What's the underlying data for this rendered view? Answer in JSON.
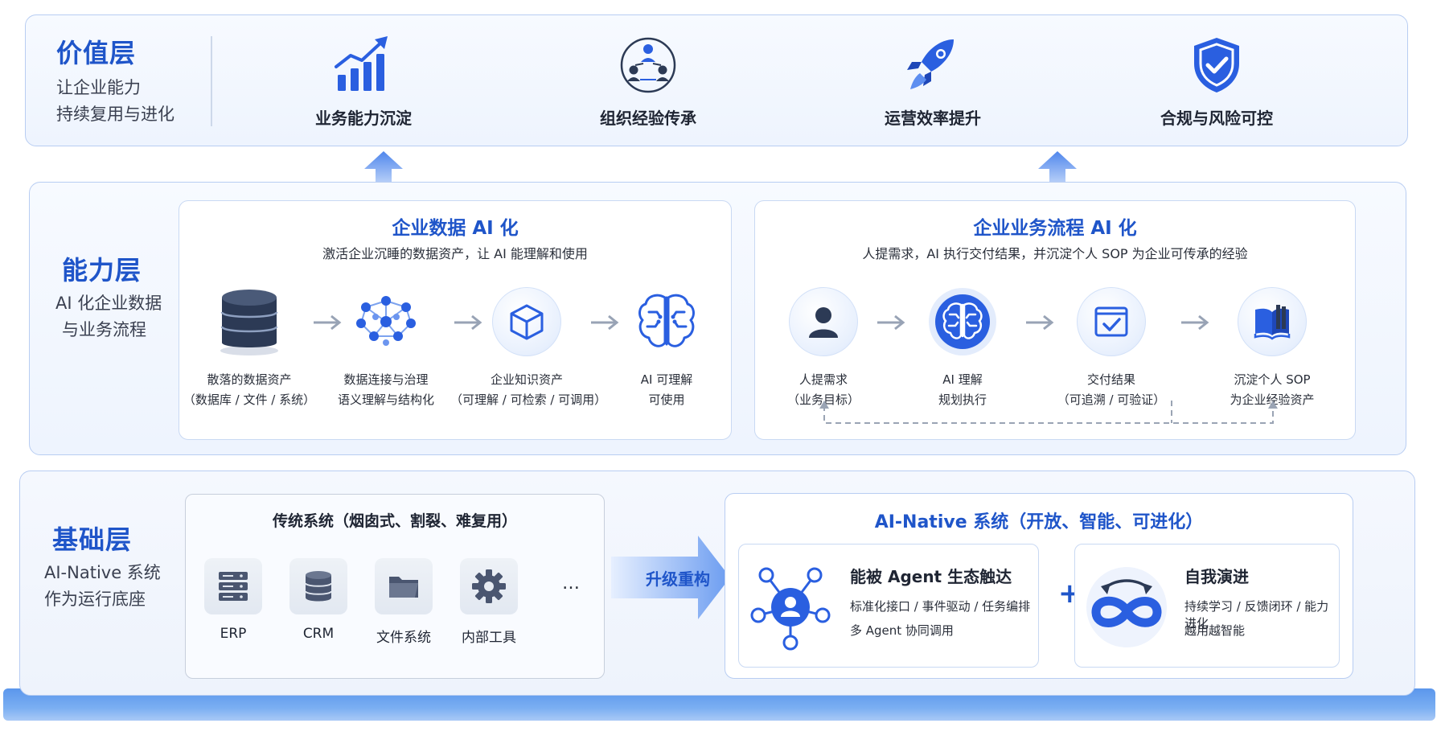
{
  "value_layer": {
    "title": "价值层",
    "subtitle_line1": "让企业能力",
    "subtitle_line2": "持续复用与进化",
    "items": [
      {
        "label": "业务能力沉淀",
        "icon": "growth-chart-icon"
      },
      {
        "label": "组织经验传承",
        "icon": "team-network-icon"
      },
      {
        "label": "运营效率提升",
        "icon": "rocket-icon"
      },
      {
        "label": "合规与风险可控",
        "icon": "shield-check-icon"
      }
    ]
  },
  "capability_layer": {
    "title": "能力层",
    "subtitle_line1": "AI 化企业数据",
    "subtitle_line2": "与业务流程",
    "data_panel": {
      "title": "企业数据 AI 化",
      "subtitle": "激活企业沉睡的数据资产，让 AI 能理解和使用",
      "steps": [
        {
          "line1": "散落的数据资产",
          "line2": "（数据库 / 文件 / 系统）",
          "icon": "database-icon"
        },
        {
          "line1": "数据连接与治理",
          "line2": "语义理解与结构化",
          "icon": "graph-network-icon"
        },
        {
          "line1": "企业知识资产",
          "line2": "（可理解 / 可检索 / 可调用）",
          "icon": "cube-icon"
        },
        {
          "line1": "AI 可理解",
          "line2": "可使用",
          "icon": "brain-icon"
        }
      ]
    },
    "process_panel": {
      "title": "企业业务流程 AI 化",
      "subtitle": "人提需求，AI 执行交付结果，并沉淀个人 SOP 为企业可传承的经验",
      "steps": [
        {
          "line1": "人提需求",
          "line2": "（业务目标）",
          "icon": "user-icon"
        },
        {
          "line1": "AI 理解",
          "line2": "规划执行",
          "icon": "ai-brain-icon"
        },
        {
          "line1": "交付结果",
          "line2": "（可追溯 / 可验证）",
          "icon": "checklist-icon"
        },
        {
          "line1": "沉淀个人 SOP",
          "line2": "为企业经验资产",
          "icon": "book-icon"
        }
      ]
    }
  },
  "foundation_layer": {
    "title": "基础层",
    "subtitle_line1": "AI-Native 系统",
    "subtitle_line2": "作为运行底座",
    "legacy": {
      "title": "传统系统（烟囱式、割裂、难复用）",
      "systems": [
        {
          "name": "ERP",
          "icon": "server-rack-icon"
        },
        {
          "name": "CRM",
          "icon": "database-stack-icon"
        },
        {
          "name": "文件系统",
          "icon": "folder-icon"
        },
        {
          "name": "内部工具",
          "icon": "gear-icon"
        }
      ],
      "more": "…"
    },
    "upgrade_label": "升级重构",
    "native": {
      "title": "AI-Native 系统（开放、智能、可进化）",
      "plus": "+",
      "features": [
        {
          "title": "能被 Agent 生态触达",
          "line1": "标准化接口 / 事件驱动 / 任务编排",
          "line2": "多 Agent 协同调用",
          "icon": "agent-network-icon"
        },
        {
          "title": "自我演进",
          "line1": "持续学习 / 反馈闭环 / 能力进化",
          "line2": "越用越智能",
          "icon": "infinity-loop-icon"
        }
      ]
    }
  },
  "colors": {
    "accent": "#1f55c9",
    "icon_blue": "#2a5fe0",
    "dark_icon": "#2c3a55",
    "border": "#b8cdf2"
  }
}
